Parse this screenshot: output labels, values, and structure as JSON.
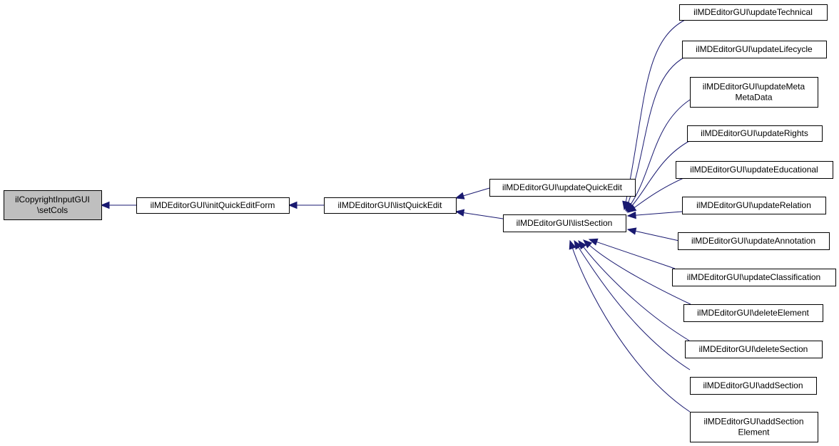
{
  "graph": {
    "colors": {
      "edge": "#191970",
      "root_fill": "#bfbfbf",
      "node_fill": "#ffffff",
      "border": "#000000"
    },
    "nodes": [
      {
        "id": "setCols",
        "lines": [
          "ilCopyrightInputGUI",
          "\\setCols"
        ],
        "root": true
      },
      {
        "id": "initQuickEditForm",
        "lines": [
          "ilMDEditorGUI\\initQuickEditForm"
        ]
      },
      {
        "id": "listQuickEdit",
        "lines": [
          "ilMDEditorGUI\\listQuickEdit"
        ]
      },
      {
        "id": "updateQuickEdit",
        "lines": [
          "ilMDEditorGUI\\updateQuickEdit"
        ]
      },
      {
        "id": "listSection",
        "lines": [
          "ilMDEditorGUI\\listSection"
        ]
      },
      {
        "id": "updateTechnical",
        "lines": [
          "ilMDEditorGUI\\updateTechnical"
        ]
      },
      {
        "id": "updateLifecycle",
        "lines": [
          "ilMDEditorGUI\\updateLifecycle"
        ]
      },
      {
        "id": "updateMetaMetaData",
        "lines": [
          "ilMDEditorGUI\\updateMeta",
          "MetaData"
        ]
      },
      {
        "id": "updateRights",
        "lines": [
          "ilMDEditorGUI\\updateRights"
        ]
      },
      {
        "id": "updateEducational",
        "lines": [
          "ilMDEditorGUI\\updateEducational"
        ]
      },
      {
        "id": "updateRelation",
        "lines": [
          "ilMDEditorGUI\\updateRelation"
        ]
      },
      {
        "id": "updateAnnotation",
        "lines": [
          "ilMDEditorGUI\\updateAnnotation"
        ]
      },
      {
        "id": "updateClassification",
        "lines": [
          "ilMDEditorGUI\\updateClassification"
        ]
      },
      {
        "id": "deleteElement",
        "lines": [
          "ilMDEditorGUI\\deleteElement"
        ]
      },
      {
        "id": "deleteSection",
        "lines": [
          "ilMDEditorGUI\\deleteSection"
        ]
      },
      {
        "id": "addSection",
        "lines": [
          "ilMDEditorGUI\\addSection"
        ]
      },
      {
        "id": "addSectionElement",
        "lines": [
          "ilMDEditorGUI\\addSection",
          "Element"
        ]
      }
    ],
    "edges": [
      {
        "from": "initQuickEditForm",
        "to": "setCols"
      },
      {
        "from": "listQuickEdit",
        "to": "initQuickEditForm"
      },
      {
        "from": "updateQuickEdit",
        "to": "listQuickEdit"
      },
      {
        "from": "listSection",
        "to": "listQuickEdit"
      },
      {
        "from": "updateTechnical",
        "to": "listSection"
      },
      {
        "from": "updateLifecycle",
        "to": "listSection"
      },
      {
        "from": "updateMetaMetaData",
        "to": "listSection"
      },
      {
        "from": "updateRights",
        "to": "listSection"
      },
      {
        "from": "updateEducational",
        "to": "listSection"
      },
      {
        "from": "updateRelation",
        "to": "listSection"
      },
      {
        "from": "updateAnnotation",
        "to": "listSection"
      },
      {
        "from": "updateClassification",
        "to": "listSection"
      },
      {
        "from": "deleteElement",
        "to": "listSection"
      },
      {
        "from": "deleteSection",
        "to": "listSection"
      },
      {
        "from": "addSection",
        "to": "listSection"
      },
      {
        "from": "addSectionElement",
        "to": "listSection"
      }
    ]
  }
}
